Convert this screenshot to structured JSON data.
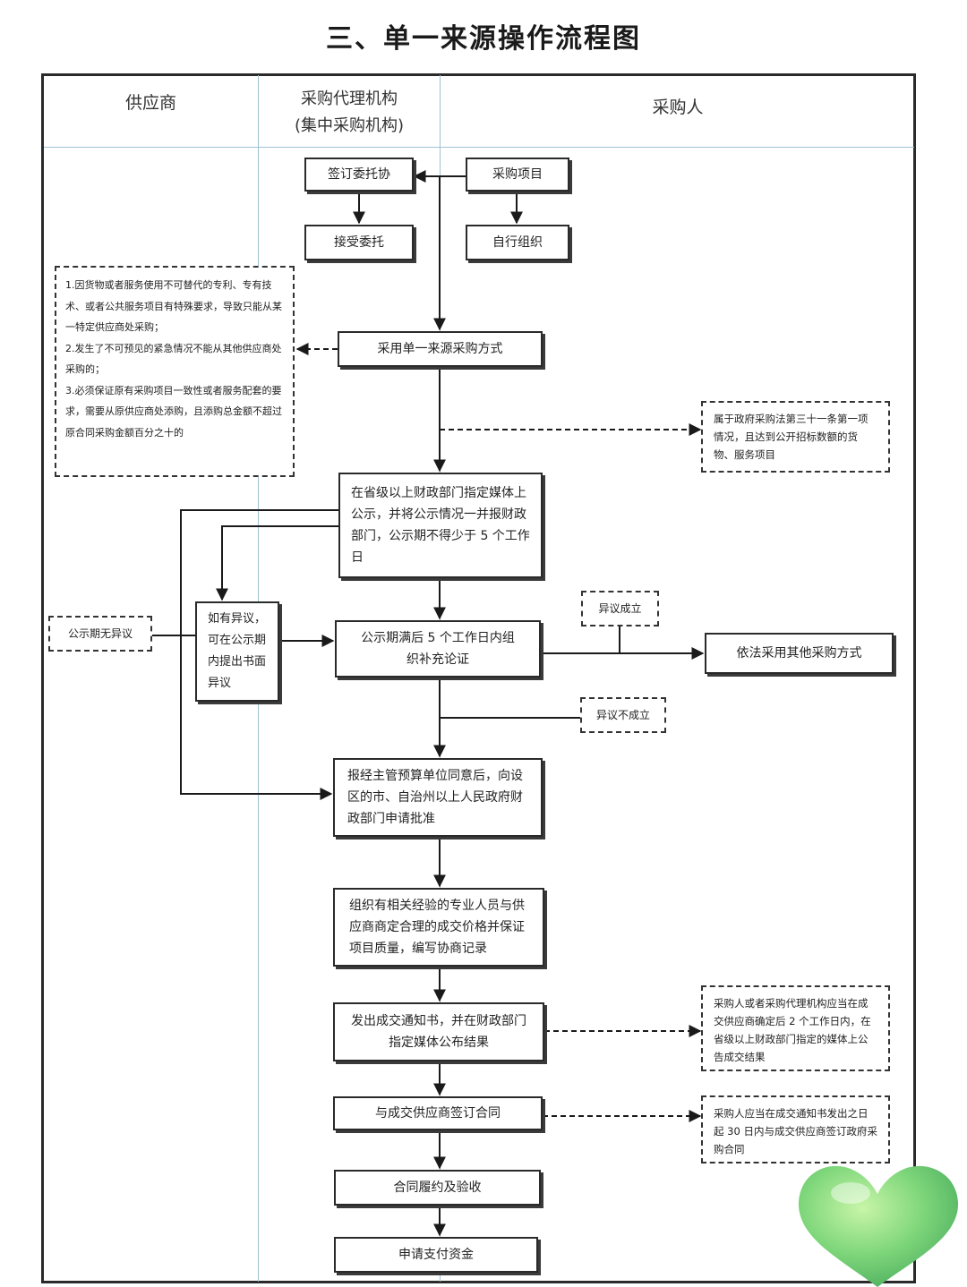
{
  "title": "三、单一来源操作流程图",
  "lanes": {
    "supplier": "供应商",
    "agency_line1": "采购代理机构",
    "agency_line2": "(集中采购机构)",
    "purchaser": "采购人"
  },
  "steps": {
    "sign_entrust": "签订委托协",
    "project": "采购项目",
    "accept_entrust": "接受委托",
    "self_org": "自行组织",
    "adopt_single": "采用单一来源采购方式",
    "publicize": "在省级以上财政部门指定媒体上公示，并将公示情况一并报财政部门，公示期不得少于 5 个工作日",
    "objection_write": "如有异议，可在公示期内提出书面异议",
    "demonstration": "公示期满后 5 个工作日内组织补充论证",
    "other_method": "依法采用其他采购方式",
    "approval": "报经主管预算单位同意后，向设区的市、自治州以上人民政府财政部门申请批准",
    "negotiate": "组织有相关经验的专业人员与供应商商定合理的成交价格并保证项目质量，编写协商记录",
    "notice": "发出成交通知书，并在财政部门指定媒体公布结果",
    "contract": "与成交供应商签订合同",
    "acceptance": "合同履约及验收",
    "payment": "申请支付资金"
  },
  "notes": {
    "conditions": [
      "1.因货物或者服务使用不可替代的专利、专有技术、或者公共服务项目有特殊要求，导致只能从某一特定供应商处采购；",
      "2.发生了不可预见的紧急情况不能从其他供应商处采购的；",
      "3.必须保证原有采购项目一致性或者服务配套的要求，需要从原供应商处添购，且添购总金额不超过原合同采购金额百分之十的"
    ],
    "law31": "属于政府采购法第三十一条第一项情况，且达到公开招标数额的货物、服务项目",
    "no_objection": "公示期无异议",
    "objection_valid": "异议成立",
    "objection_invalid": "异议不成立",
    "announce_2days": "采购人或者采购代理机构应当在成交供应商确定后 2 个工作日内，在省级以上财政部门指定的媒体上公告成交结果",
    "contract_30days": "采购人应当在成交通知书发出之日起 30 日内与成交供应商签订政府采购合同"
  }
}
